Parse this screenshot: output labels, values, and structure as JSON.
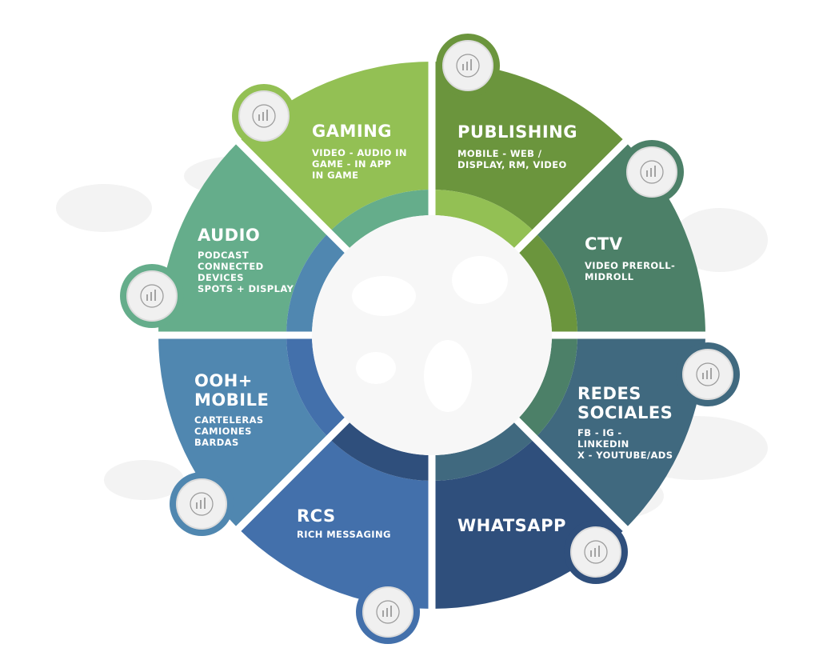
{
  "segments": [
    {
      "id": "publishing",
      "title": "PUBLISHING",
      "subtitle": [
        "MOBILE - WEB /",
        "DISPLAY, RM, VIDEO"
      ],
      "color": "#6b953d",
      "icon": "bar-chart-growth-icon"
    },
    {
      "id": "ctv",
      "title": "CTV",
      "subtitle": [
        "VIDEO PREROLL-",
        "MIDROLL"
      ],
      "color": "#4c8068",
      "icon": "globe-search-icon"
    },
    {
      "id": "redes-sociales",
      "title": "REDES SOCIALES",
      "subtitle": [
        "FB - IG - LINKEDIN",
        "X - YOUTUBE/ADS"
      ],
      "color": "#40697f",
      "icon": "monitor-chart-icon"
    },
    {
      "id": "whatsapp",
      "title": "WHATSAPP",
      "subtitle": [],
      "color": "#2f4f7c",
      "icon": "people-group-icon"
    },
    {
      "id": "rcs",
      "title": "RCS",
      "subtitle": [
        "RICH MESSAGING"
      ],
      "color": "#4370ab",
      "icon": "lightbulb-icon"
    },
    {
      "id": "ooh-mobile",
      "title": "OOH+ MOBILE",
      "subtitle": [
        "CARTELERAS",
        "CAMIONES",
        "BARDAS"
      ],
      "color": "#5087b0",
      "icon": "clock-chart-icon"
    },
    {
      "id": "audio",
      "title": "AUDIO",
      "subtitle": [
        "PODCAST",
        "CONNECTED",
        "DEVICES",
        "SPOTS + DISPLAY"
      ],
      "color": "#65ad8b",
      "icon": "search-analytics-icon"
    },
    {
      "id": "gaming",
      "title": "GAMING",
      "subtitle": [
        "VIDEO - AUDIO IN",
        "GAME - IN APP",
        "IN GAME"
      ],
      "color": "#93c054",
      "icon": "chat-bubbles-icon"
    }
  ]
}
